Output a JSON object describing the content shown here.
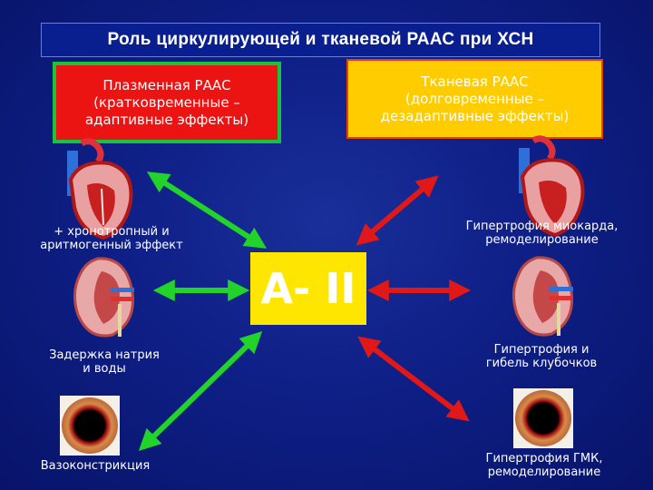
{
  "title": "Роль циркулирующей и тканевой РААС при ХСН",
  "plasma_box": "Плазменная РААС\n(кратковременные –\nадаптивные эффекты)",
  "tissue_box": "Тканевая РААС\n(долговременные –\nдезадаптивные эффекты)",
  "center": "А- II",
  "left_effects": [
    "+ хронотропный и\nаритмогенный эффект",
    "Задержка натрия\nи воды",
    "Вазоконстрикция"
  ],
  "right_effects": [
    "Гипертрофия миокарда,\nремоделирование",
    "Гипертрофия и\nгибель клубочков",
    "Гипертрофия ГМК,\nремоделирование"
  ],
  "colors": {
    "green_arrow": "#22d42a",
    "red_arrow": "#e01818",
    "plasma_fill": "#ec1313",
    "plasma_border": "#19c43a",
    "tissue_fill": "#ffcc00",
    "center_fill": "#ffe600"
  },
  "icons": [
    "heart-icon",
    "kidney-icon",
    "vessel-cross-section-icon"
  ]
}
